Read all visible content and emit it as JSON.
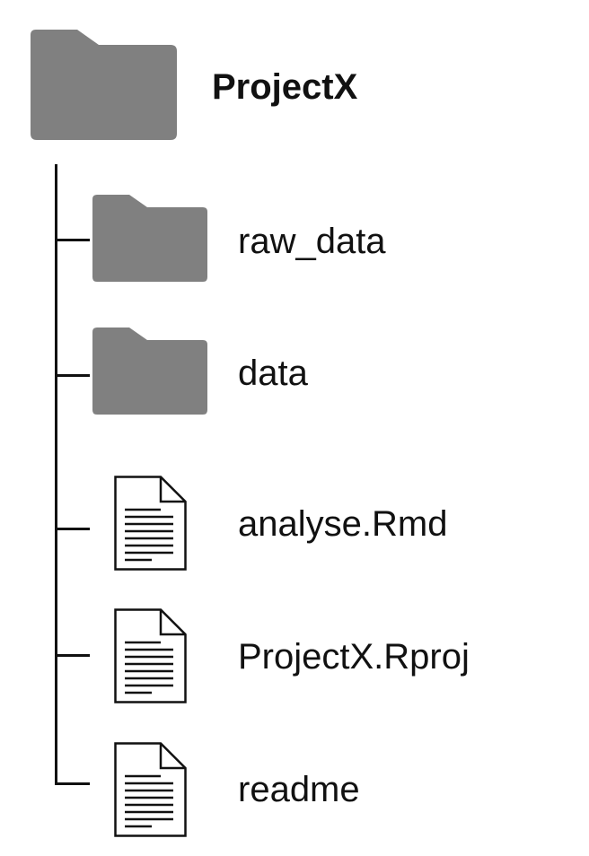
{
  "colors": {
    "folder_fill": "#808080",
    "line": "#111111",
    "file_stroke": "#111111"
  },
  "root": {
    "label": "ProjectX",
    "icon": "folder-icon"
  },
  "children": [
    {
      "label": "raw_data",
      "icon": "folder-icon"
    },
    {
      "label": "data",
      "icon": "folder-icon"
    },
    {
      "label": "analyse.Rmd",
      "icon": "file-document-icon"
    },
    {
      "label": "ProjectX.Rproj",
      "icon": "file-document-icon"
    },
    {
      "label": "readme",
      "icon": "file-document-icon"
    }
  ]
}
